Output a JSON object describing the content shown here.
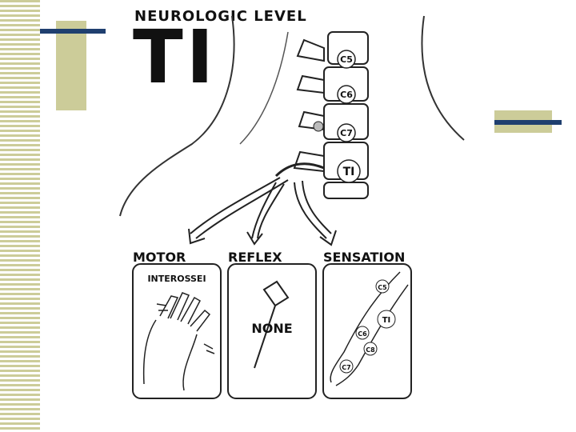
{
  "slide": {
    "title_small": "NEUROLOGIC LEVEL",
    "title_big": "TI"
  },
  "spine": {
    "vertebra_labels": [
      "C5",
      "C6",
      "C7",
      "TI"
    ]
  },
  "sections": {
    "motor": {
      "label": "MOTOR",
      "muscle": "INTEROSSEI"
    },
    "reflex": {
      "label": "REFLEX",
      "value": "NONE"
    },
    "sensation": {
      "label": "SENSATION",
      "dermatomes": [
        "C5",
        "TI",
        "C6",
        "C8",
        "C7"
      ]
    }
  },
  "colors": {
    "stripe": "#cccc99",
    "accent_bar": "#1f3f6f",
    "ink": "#111111"
  }
}
